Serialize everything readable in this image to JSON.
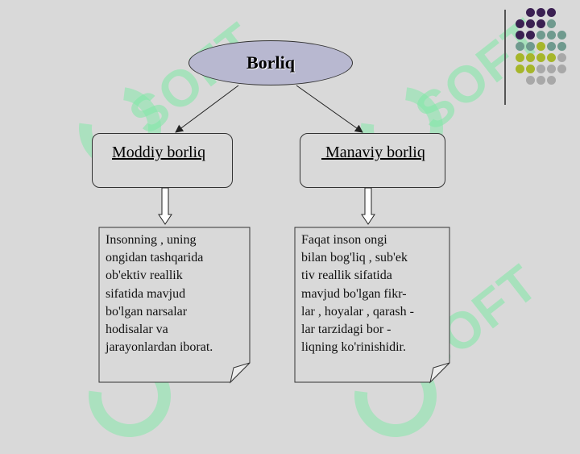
{
  "watermark": {
    "text": "SOFT"
  },
  "root": {
    "label": "Borliq"
  },
  "left": {
    "label": "Moddiy borliq",
    "lines": [
      "Insonning , uning",
      "ongidan  tashqarida",
      "ob'ektiv  reallik",
      "sifatida  mavjud",
      "bo'lgan  narsalar",
      "hodisalar  va",
      "jarayonlardan  iborat."
    ]
  },
  "right": {
    "label": " Manaviy borliq",
    "lines": [
      "Faqat  inson  ongi",
      "bilan  bog'liq , sub'ek",
      "tiv  reallik sifatida",
      "mavjud  bo'lgan  fikr-",
      "lar , hoyalar , qarash -",
      "lar  tarzidagi  bor -",
      "liqning ko'rinishidir."
    ]
  },
  "colors": {
    "background": "#d9d9d9",
    "ellipse_fill": "#b8b8d0",
    "watermark": "#7fe9a6",
    "dot_purple": "#3b2052",
    "dot_teal": "#6f9a8e",
    "dot_lime": "#a6b62a",
    "dot_gray": "#a8a8a8"
  }
}
